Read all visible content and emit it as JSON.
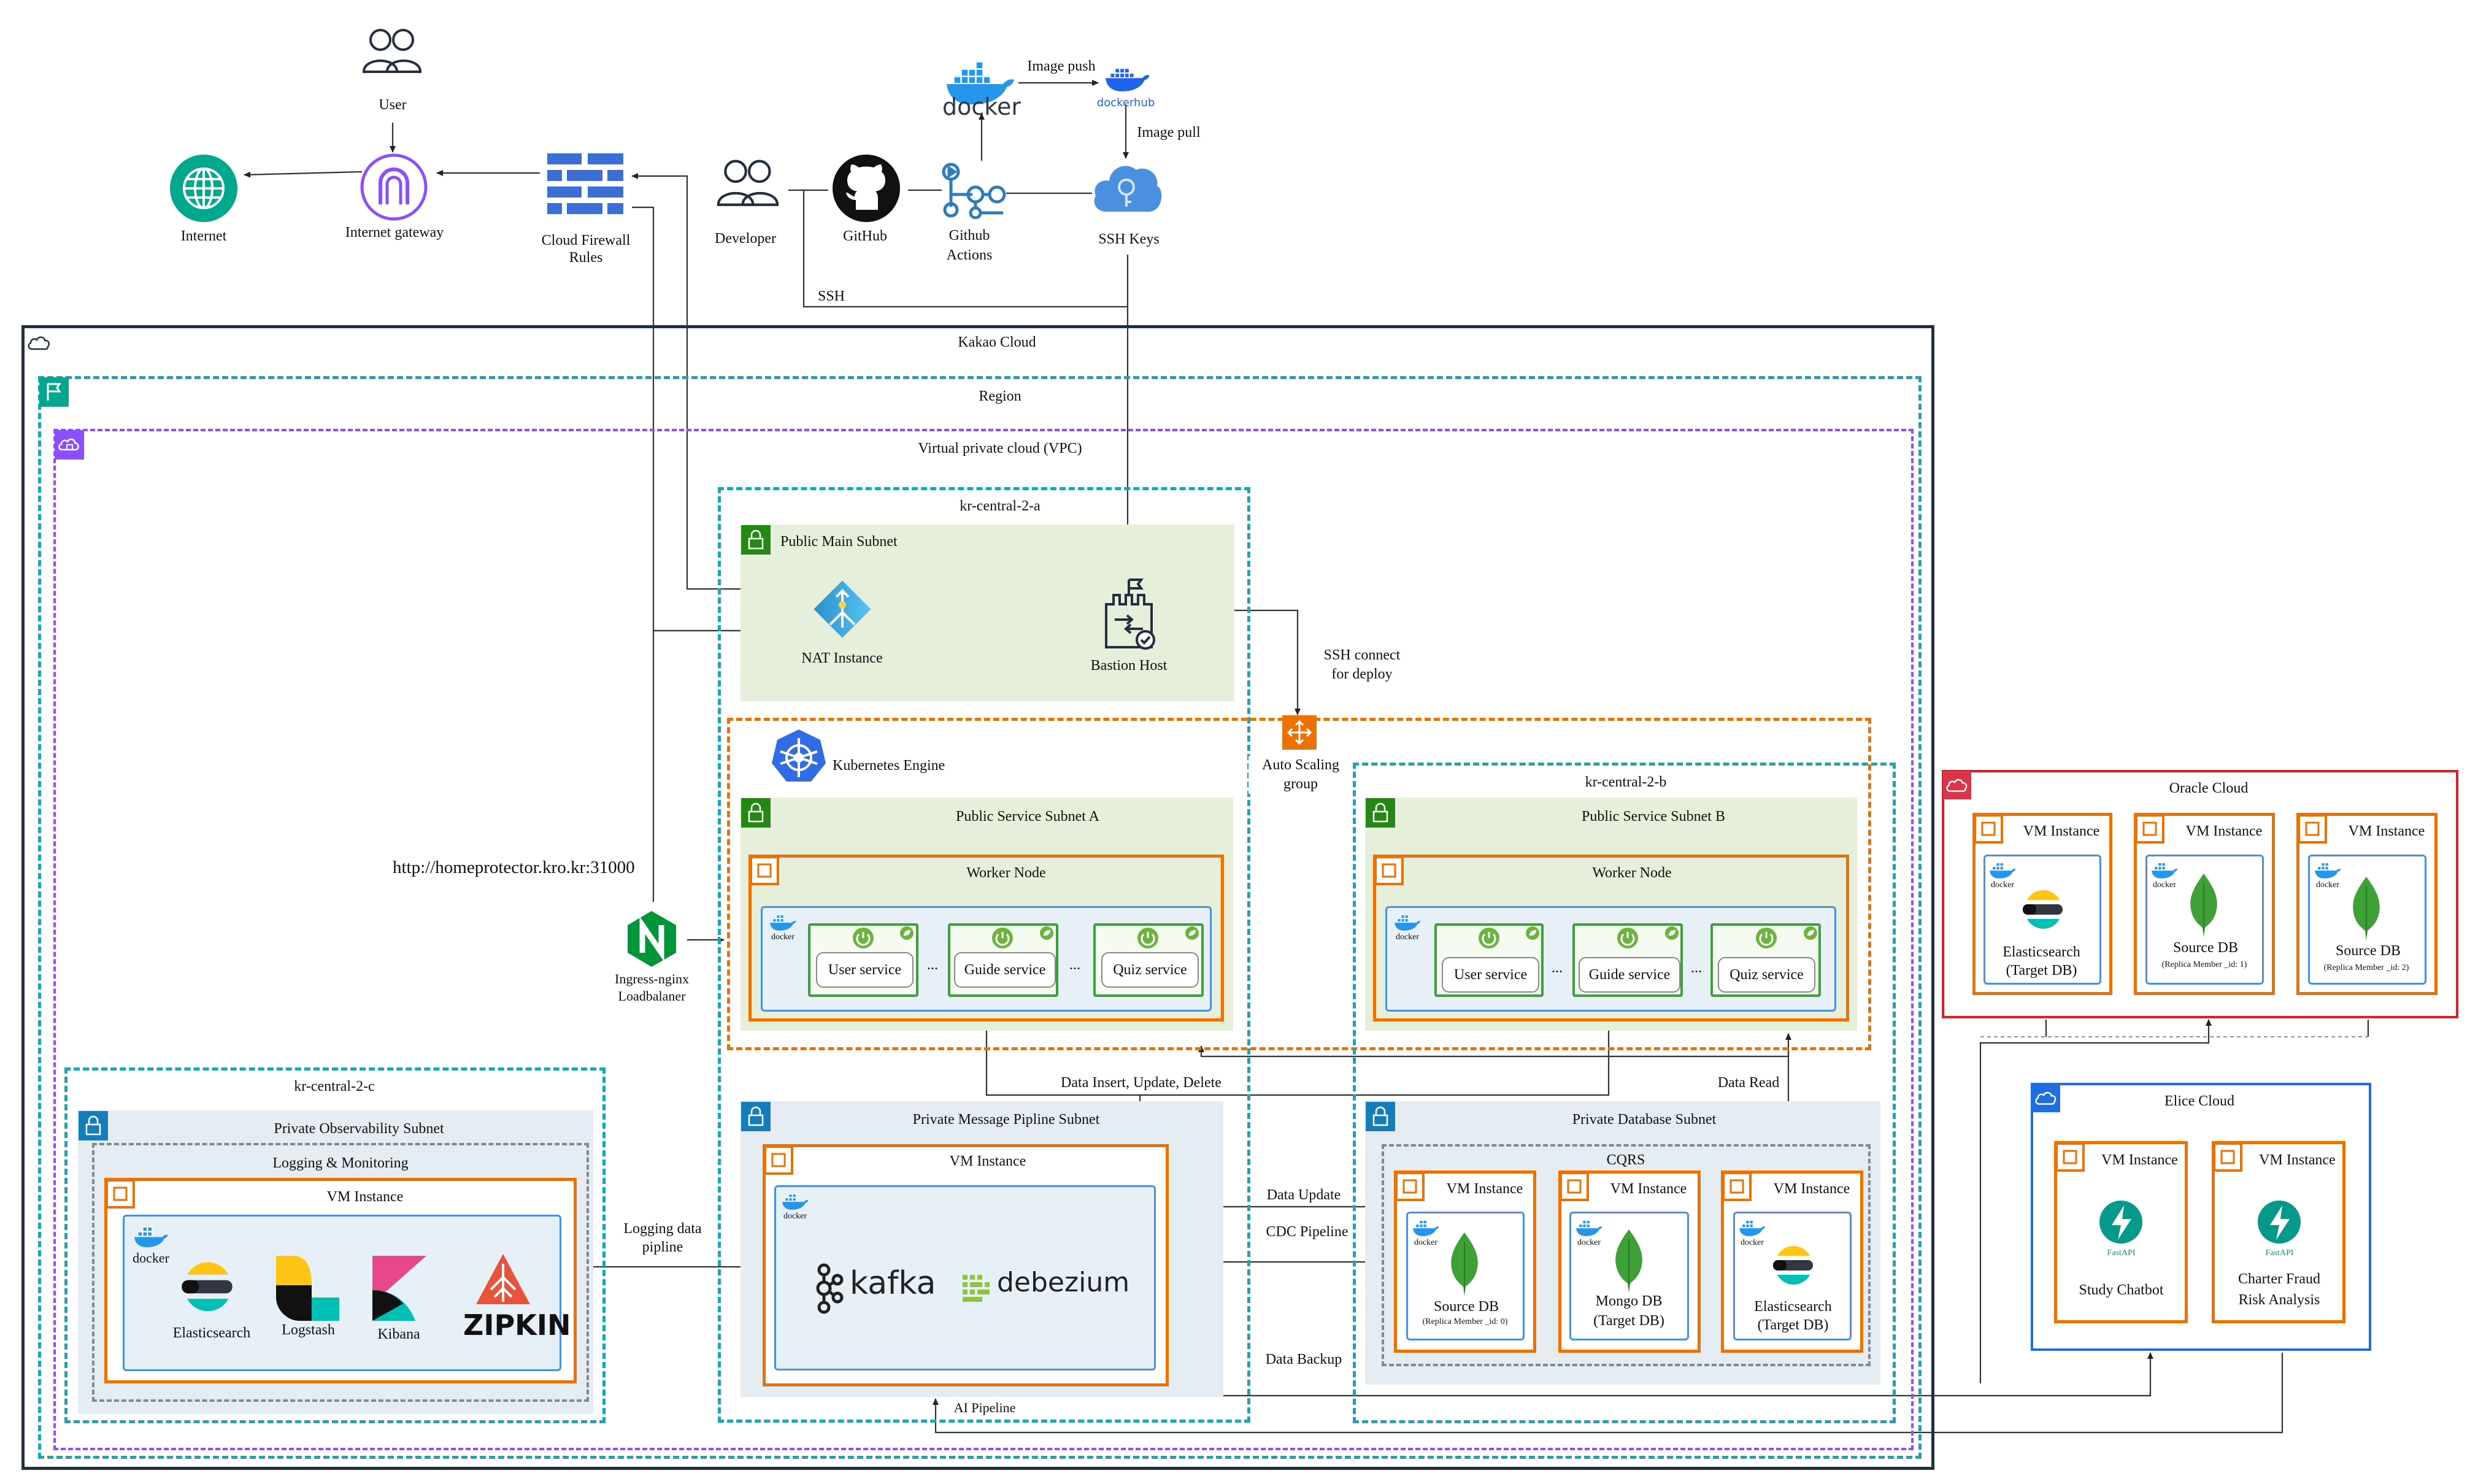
{
  "top": {
    "user": "User",
    "internet": "Internet",
    "internet_gateway": "Internet gateway",
    "cloud_firewall": "Cloud Firewall\nRules",
    "developer": "Developer",
    "github": "GitHub",
    "github_actions": "Github\nActions",
    "ssh_keys": "SSH Keys",
    "docker": "docker",
    "dockerhub": "dockerhub",
    "image_push": "Image push",
    "image_pull": "Image pull",
    "ssh": "SSH"
  },
  "kakao": {
    "title": "Kakao Cloud",
    "region": "Region",
    "vpc": "Virtual private cloud (VPC)",
    "url": "http://homeprotector.kro.kr:31000",
    "ingress": "Ingress-nginx\nLoadbalaner",
    "zone_a": "kr-central-2-a",
    "zone_b": "kr-central-2-b",
    "zone_c": "kr-central-2-c",
    "public_main_subnet": "Public Main Subnet",
    "nat_instance": "NAT Instance",
    "bastion_host": "Bastion Host",
    "ssh_connect": "SSH connect\nfor deploy",
    "autoscaling": "Auto Scaling\ngroup",
    "k8s": "Kubernetes Engine",
    "public_service_a": "Public Service Subnet A",
    "public_service_b": "Public Service Subnet B",
    "worker_node": "Worker Node",
    "services": [
      "User service",
      "Guide service",
      "Quiz service"
    ],
    "ellipsis": "...",
    "data_iud": "Data Insert, Update, Delete",
    "data_read": "Data Read",
    "msg_subnet": "Private Message Pipline Subnet",
    "vm_instance": "VM Instance",
    "kafka": "kafka",
    "debezium": "debezium",
    "db_subnet": "Private Database Subnet",
    "cqrs": "CQRS",
    "source_db": "Source DB",
    "source_db_sub": "(Replica Member _id: 0)",
    "mongo_db": "Mongo DB\n(Target DB)",
    "es_target": "Elasticsearch\n(Target DB)",
    "data_update": "Data Update",
    "cdc": "CDC Pipeline",
    "data_backup": "Data Backup",
    "ai_pipeline": "AI Pipeline",
    "obs_subnet": "Private Observability Subnet",
    "logging": "Logging & Monitoring",
    "logging_data": "Logging data\npipline",
    "elasticsearch": "Elasticsearch",
    "logstash": "Logstash",
    "kibana": "Kibana",
    "zipkin": "ZIPKIN"
  },
  "oracle": {
    "title": "Oracle Cloud",
    "vm": "VM Instance",
    "es_target": "Elasticsearch\n(Target DB)",
    "source_db": "Source DB",
    "src1_sub": "(Replica Member _id: 1)",
    "src2_sub": "(Replica Member _id: 2)"
  },
  "elice": {
    "title": "Elice Cloud",
    "vm": "VM Instance",
    "fastapi": "FastAPI",
    "study_chatbot": "Study Chatbot",
    "charter": "Charter Fraud\nRisk Analysis"
  },
  "colors": {
    "teal": "#1aa6b7",
    "purple": "#8c4fff",
    "orange": "#ed7100",
    "green": "#3ea03a",
    "oracle_red": "#dd1f26",
    "elice_blue": "#1f6ee0",
    "kubernetes": "#326ce5",
    "nginx": "#009639",
    "mongo": "#3fa037"
  }
}
